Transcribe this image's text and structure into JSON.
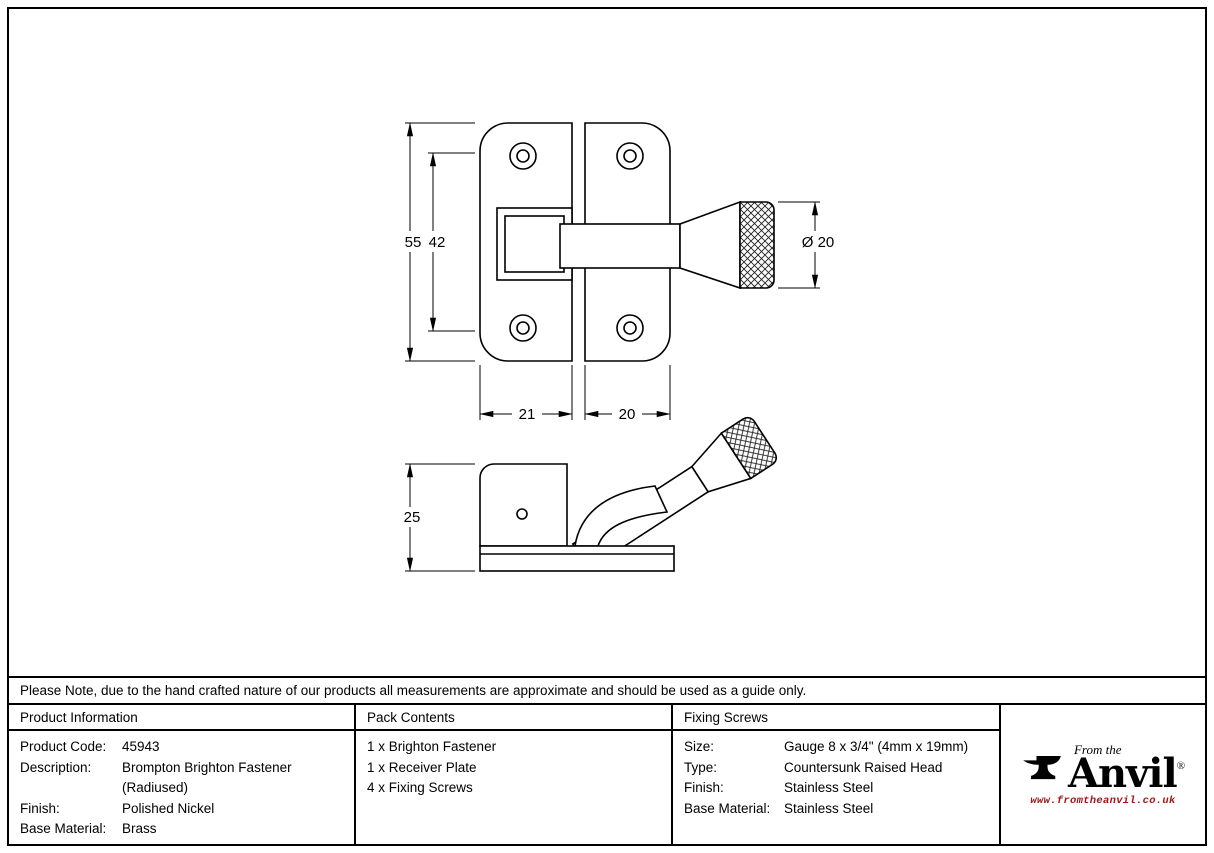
{
  "drawing": {
    "front_view": {
      "dim_55": "55",
      "dim_42": "42",
      "dim_dia": "Ø 20",
      "dim_21": "21",
      "dim_20": "20"
    },
    "side_view": {
      "dim_25": "25"
    }
  },
  "note": "Please Note, due to the hand crafted nature of our products all measurements are approximate and should be used as a guide only.",
  "table": {
    "product_information": {
      "header": "Product Information",
      "rows": [
        {
          "label": "Product Code:",
          "value": "45943"
        },
        {
          "label": "Description:",
          "value": "Brompton Brighton Fastener"
        },
        {
          "label": "",
          "value": "(Radiused)"
        },
        {
          "label": "Finish:",
          "value": "Polished Nickel"
        },
        {
          "label": "Base Material:",
          "value": "Brass"
        }
      ]
    },
    "pack_contents": {
      "header": "Pack Contents",
      "items": [
        "1 x Brighton Fastener",
        "1 x Receiver Plate",
        "4 x Fixing Screws"
      ]
    },
    "fixing_screws": {
      "header": "Fixing Screws",
      "rows": [
        {
          "label": "Size:",
          "value": "Gauge 8 x 3/4\" (4mm x 19mm)"
        },
        {
          "label": "Type:",
          "value": "Countersunk Raised Head"
        },
        {
          "label": "Finish:",
          "value": "Stainless Steel"
        },
        {
          "label": "Base Material:",
          "value": "Stainless Steel"
        }
      ]
    }
  },
  "logo": {
    "from_the": "From the",
    "name": "Anvil",
    "registered": "®",
    "url": "www.fromtheanvil.co.uk"
  }
}
